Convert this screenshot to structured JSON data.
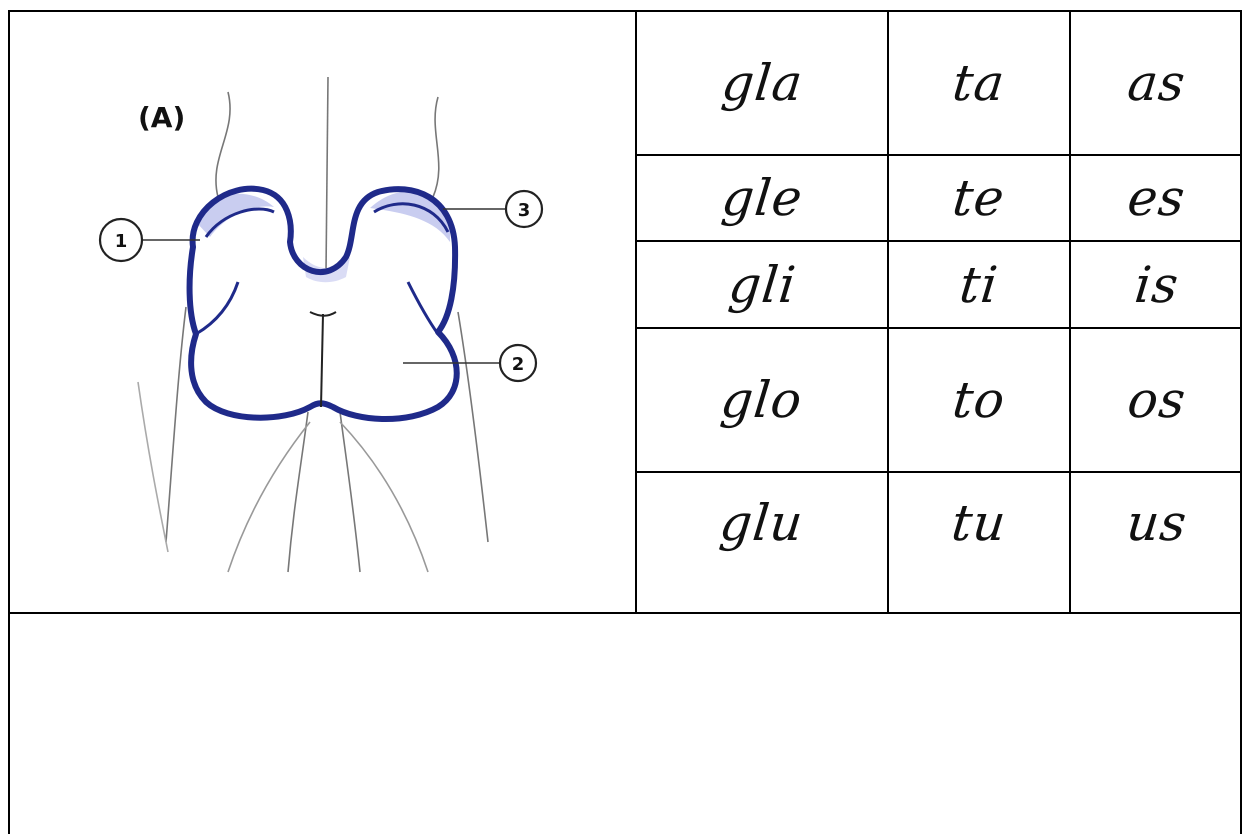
{
  "figure": {
    "panel_label": "(A)",
    "callouts": [
      "1",
      "2",
      "3"
    ]
  },
  "syllable_table": {
    "rows": [
      [
        "gla",
        "ta",
        "as"
      ],
      [
        "gle",
        "te",
        "es"
      ],
      [
        "gli",
        "ti",
        "is"
      ],
      [
        "glo",
        "to",
        "os"
      ],
      [
        "glu",
        "tu",
        "us"
      ]
    ]
  },
  "colors": {
    "outline_blue": "#1f2a8a",
    "shade_blue": "#c9cdf0",
    "sketch_gray": "#6f6f6f"
  }
}
